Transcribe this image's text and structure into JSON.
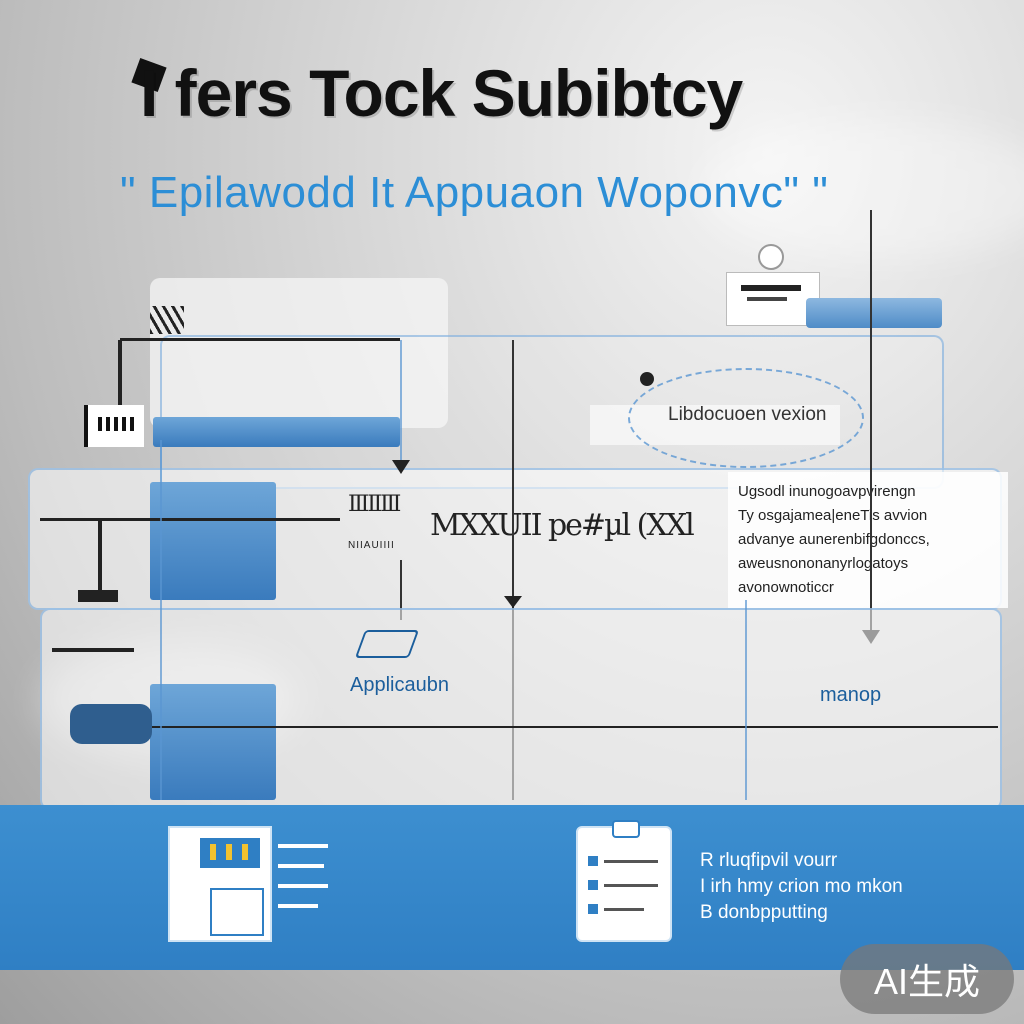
{
  "header": {
    "title": "I fers Tock Subibtcy",
    "subtitle": "\" Epilawodd It Appuaon Woponvc\" \""
  },
  "diagram": {
    "callout_title": "Libdocuoen vexion",
    "upper_glyphs": "MXXUII pe#µl (XXl",
    "small_caption": "NIIAUIIII",
    "text_block": [
      "Ugsodl inunogoavpvirengn",
      "Ty osgajamea|eneTis avvion",
      "advanye aunerenbifgdonccs,",
      "aweusnononanyrlogatoys",
      "avonownoticcr"
    ],
    "label_left": "Applicaubn",
    "label_right": "manop"
  },
  "bottom_band": {
    "items": [
      "R rluqfipvil vourr",
      "I irh hmy crion mo mkon",
      "B donbpputting"
    ]
  },
  "badge": {
    "text": "AI生成"
  },
  "colors": {
    "accent_blue": "#2c8ed6",
    "band_blue": "#3384c7",
    "panel_border": "#78aadc"
  }
}
